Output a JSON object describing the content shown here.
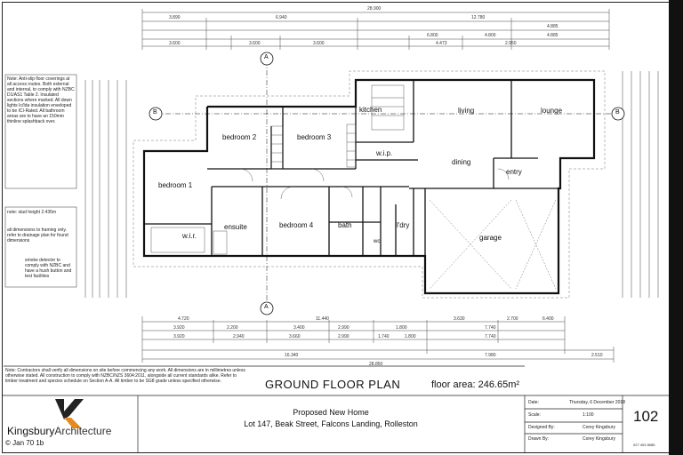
{
  "plan": {
    "title": "GROUND FLOOR PLAN",
    "floor_area": "floor area: 246.65m²"
  },
  "rooms": {
    "bedroom2": "bedroom 2",
    "bedroom3": "bedroom 3",
    "bedroom1": "bedroom 1",
    "bedroom4": "bedroom 4",
    "kitchen": "kitchen",
    "living": "living",
    "lounge": "lounge",
    "wip": "w.i.p.",
    "dining": "dining",
    "entry": "entry",
    "garage": "garage",
    "wir": "w.i.r.",
    "ensuite": "ensuite",
    "bath": "bath",
    "wc": "wc",
    "ldry": "l'dry"
  },
  "section_markers": {
    "a_top": "A",
    "a_bottom": "A",
    "b_left": "B",
    "b_right": "B"
  },
  "dimensions": {
    "top_overall": "28.900",
    "top_row1": [
      "3.890",
      "6.940",
      "12.780",
      "4.885"
    ],
    "top_row2": [
      "6.800",
      "4.800",
      "4.885"
    ],
    "top_row3": [
      "3.600",
      "3.600",
      "3.600",
      "4.473",
      "2.950"
    ],
    "bottom_row1": [
      "4.720",
      "11.440",
      "3.630",
      "2.700",
      "6.400"
    ],
    "bottom_row2": [
      "3.920",
      "2.200",
      "3.400",
      "2.990",
      "1.800",
      "7.740"
    ],
    "bottom_row3": [
      "3.920",
      "2.940",
      "3.660",
      "2.990",
      "1.740",
      "1.800",
      "7.740"
    ],
    "bottom_row4": [
      "16.340",
      "7.980",
      "2.510"
    ],
    "bottom_overall": "28.850"
  },
  "notes_left": {
    "block1": "Note: Anti-slip floor coverings at all access routes. Both external and internal, to comply with NZBC D1/AS1 Table 2. Insulated sections where marked. All down lights Ic/Ida insulation enveloped to be ICI-Rated. All bathroom areas are to have an 150mm thinline splashback over.",
    "block2": "note: stud height 2.435m",
    "block3": "all dimensions to framing only. refer to drainage plan for found dimensions",
    "block4": "smoke detector to comply with NZBC and have a hush button and test facilities"
  },
  "bottom_notes": "Note: Contractors shall verify all dimensions on site before commencing any work. All dimensions are in millimetres unless otherwise stated. All construction to comply with NZBC/NZS 3604:2011, alongside all current standards alike. Refer to timber treatment and species schedule on Section A-A. All timber to be SG8 grade unless specified otherwise.",
  "title_block": {
    "project": "Proposed New Home",
    "address": "Lot 147, Beak Street, Falcons Landing, Rolleston",
    "date_label": "Date:",
    "date_value": "Thursday, 6 December 2018",
    "scale_label": "Scale:",
    "scale_value": "1:100",
    "designed_label": "Designed By:",
    "designed_value": "Corey Kingsbury",
    "drawn_label": "Drawn By:",
    "drawn_value": "Corey Kingsbury",
    "sheet": "102",
    "phone": "027 403 8085"
  },
  "brand": {
    "name_part1": "Kingsbury",
    "name_part2": "Architecture"
  },
  "stamp": "© Jan 70 1b"
}
